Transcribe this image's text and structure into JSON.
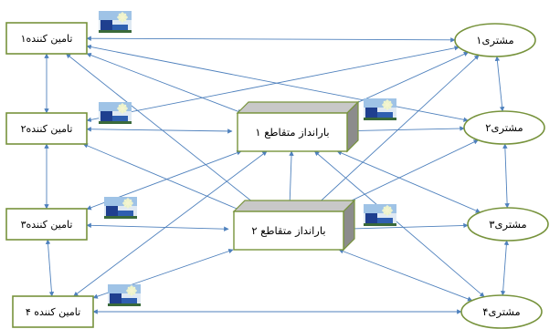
{
  "colors": {
    "edge": "#4f81bd",
    "supplier_border": "#77933c",
    "customer_border": "#77933c",
    "crossdock_border": "#77933c",
    "crossdock_face": "#ffffff",
    "crossdock_side": "#8c8c8c",
    "crossdock_top": "#c8c8c8",
    "text": "#000000"
  },
  "suppliers": [
    {
      "id": "s1",
      "label": "تامین کننده۱"
    },
    {
      "id": "s2",
      "label": "تامین کننده۲"
    },
    {
      "id": "s3",
      "label": "تامین کننده۳"
    },
    {
      "id": "s4",
      "label": "تامین کننده ۴"
    }
  ],
  "crossdocks": [
    {
      "id": "x1",
      "label": "بارانداز متقاطع ۱"
    },
    {
      "id": "x2",
      "label": "بارانداز متقاطع ۲"
    }
  ],
  "customers": [
    {
      "id": "c1",
      "label": "مشتری۱"
    },
    {
      "id": "c2",
      "label": "مشتری۲"
    },
    {
      "id": "c3",
      "label": "مشتری۳"
    },
    {
      "id": "c4",
      "label": "مشتری۴"
    }
  ],
  "edges": [
    [
      "s1",
      "s2"
    ],
    [
      "s2",
      "s3"
    ],
    [
      "s3",
      "s4"
    ],
    [
      "c1",
      "c2"
    ],
    [
      "c2",
      "c3"
    ],
    [
      "c3",
      "c4"
    ],
    [
      "x1",
      "x2"
    ],
    [
      "s1",
      "c1"
    ],
    [
      "s4",
      "c4"
    ],
    [
      "s1",
      "x1"
    ],
    [
      "s1",
      "x2"
    ],
    [
      "s2",
      "x1"
    ],
    [
      "s2",
      "x2"
    ],
    [
      "s3",
      "x1"
    ],
    [
      "s3",
      "x2"
    ],
    [
      "s4",
      "x1"
    ],
    [
      "s4",
      "x2"
    ],
    [
      "x1",
      "c1"
    ],
    [
      "x1",
      "c2"
    ],
    [
      "x1",
      "c3"
    ],
    [
      "x1",
      "c4"
    ],
    [
      "x2",
      "c1"
    ],
    [
      "x2",
      "c2"
    ],
    [
      "x2",
      "c3"
    ],
    [
      "x2",
      "c4"
    ],
    [
      "s1",
      "c2"
    ],
    [
      "s2",
      "c1"
    ]
  ],
  "truck_icon": "truck-icon"
}
